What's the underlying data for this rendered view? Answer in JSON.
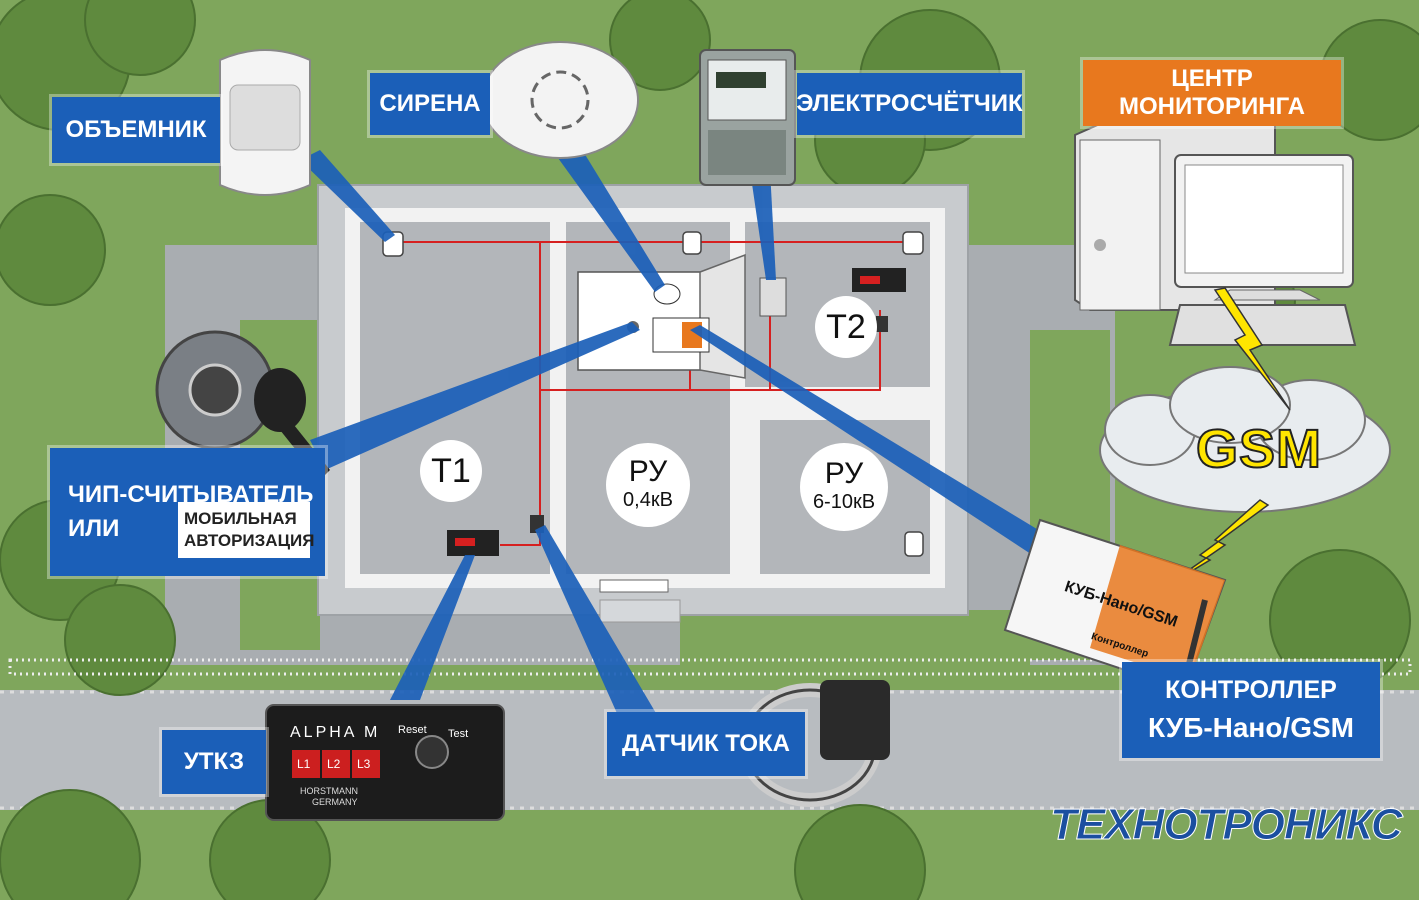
{
  "labels": {
    "motion_sensor": "ОБЪЕМНИК",
    "siren": "СИРЕНА",
    "meter": "ЭЛЕКТРОСЧЁТЧИК",
    "monitoring_center": "ЦЕНТР МОНИТОРИНГА",
    "chip_reader_line1": "ЧИП-СЧИТЫВАТЕЛЬ",
    "chip_reader_line2": "ИЛИ",
    "mobile_auth_line1": "МОБИЛЬНАЯ",
    "mobile_auth_line2": "АВТОРИЗАЦИЯ",
    "gsm": "GSM",
    "controller_line1": "КОНТРОЛЛЕР",
    "controller_line2": "КУБ-Нано/GSM",
    "current_sensor": "ДАТЧИК ТОКА",
    "utkz": "УТКЗ"
  },
  "rooms": {
    "t1": "Т1",
    "t2": "Т2",
    "ru_low_title": "РУ",
    "ru_low_voltage": "0,4кВ",
    "ru_high_title": "РУ",
    "ru_high_voltage": "6-10кВ"
  },
  "devices": {
    "alpha_name": "ALPHA M",
    "alpha_reset": "Reset",
    "alpha_test": "Test",
    "alpha_l1": "L1",
    "alpha_l2": "L2",
    "alpha_l3": "L3",
    "alpha_brand": "HORSTMANN",
    "alpha_country": "GERMANY",
    "kub_name": "КУБ-Нано/GSM",
    "kub_sub": "Контроллер"
  },
  "brand": "ТЕХНОТРОНИКС",
  "colors": {
    "label_blue": "#1b5fb8",
    "label_orange": "#e8781e",
    "grass": "#7fa65c",
    "gsm_yellow": "#ffe500",
    "wire_red": "#d62020"
  }
}
